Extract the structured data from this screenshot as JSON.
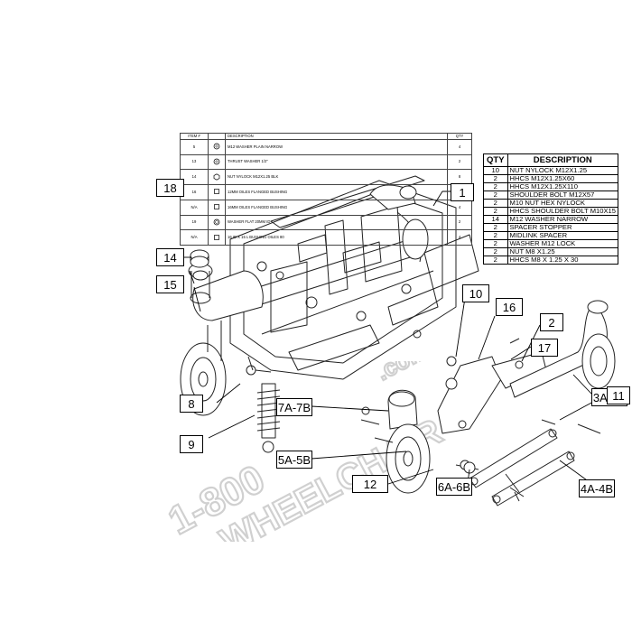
{
  "item_table": {
    "headers": {
      "item": "ITEM #",
      "description": "DESCRIPTION",
      "qty": "QTY"
    },
    "rows": [
      {
        "item": "5",
        "description": "M12 WASHER PLAIN NARROW",
        "qty": "4"
      },
      {
        "item": "13",
        "description": "THRUST WASHER 1/2\"",
        "qty": "2"
      },
      {
        "item": "14",
        "description": "NUT NYLOCK M12X1.25 BLK",
        "qty": "8"
      },
      {
        "item": "16",
        "description": "12MM OILES FLANGED BUSHING",
        "qty": "4"
      },
      {
        "item": "N/A",
        "description": "16MM OILES FLANGED BUSHING",
        "qty": "4"
      },
      {
        "item": "19",
        "description": "WASHER FLAT 20MM ID",
        "qty": "2"
      },
      {
        "item": "N/A",
        "description": "16 ID X 15 L BUSHING OILES 80",
        "qty": "4"
      }
    ]
  },
  "bom_table": {
    "headers": {
      "qty": "QTY",
      "description": "DESCRIPTION"
    },
    "rows": [
      {
        "qty": "10",
        "description": "NUT NYLOCK M12X1.25"
      },
      {
        "qty": "2",
        "description": "HHCS M12X1.25X60"
      },
      {
        "qty": "2",
        "description": "HHCS M12X1.25X110"
      },
      {
        "qty": "2",
        "description": "SHOULDER BOLT M12X57"
      },
      {
        "qty": "2",
        "description": "M10 NUT HEX NYLOCK"
      },
      {
        "qty": "2",
        "description": "HHCS SHOULDER BOLT M10X15"
      },
      {
        "qty": "14",
        "description": "M12 WASHER NARROW"
      },
      {
        "qty": "2",
        "description": "SPACER STOPPER"
      },
      {
        "qty": "2",
        "description": "MIDLINK SPACER"
      },
      {
        "qty": "2",
        "description": "WASHER M12 LOCK"
      },
      {
        "qty": "2",
        "description": "NUT M8 X1.25"
      },
      {
        "qty": "2",
        "description": "HHCS M8 X 1.25 X 30"
      }
    ]
  },
  "callouts": {
    "c1": "1",
    "c2": "2",
    "c3a3b": "3A-3B",
    "c4a4b": "4A-4B",
    "c5a5b": "5A-5B",
    "c6a6b": "6A-6B",
    "c7a7b": "7A-7B",
    "c8": "8",
    "c9": "9",
    "c10": "10",
    "c11": "11",
    "c12": "12",
    "c14": "14",
    "c15": "15",
    "c16": "16",
    "c17": "17",
    "c18": "18"
  },
  "watermark": {
    "line1": "1-800",
    "line2": "WHEELCHAIR",
    "line3": ".com"
  },
  "colors": {
    "line": "#222222",
    "watermark": "#d4d4d4"
  }
}
